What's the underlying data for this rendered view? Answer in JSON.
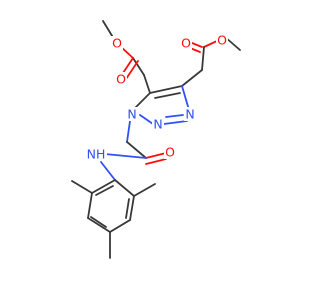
{
  "colors": {
    "bond": "#383838",
    "oxygen": "#ff0d0d",
    "nitrogen": "#3050f8",
    "background": "#ffffff"
  },
  "atoms": {
    "o_methyl_left": "O",
    "o_carbonyl_left": "O",
    "o_methyl_right": "O",
    "o_carbonyl_right": "O",
    "n1": "N",
    "n2": "N",
    "n3": "N",
    "o_amide": "O",
    "nh_amide": "NH"
  }
}
